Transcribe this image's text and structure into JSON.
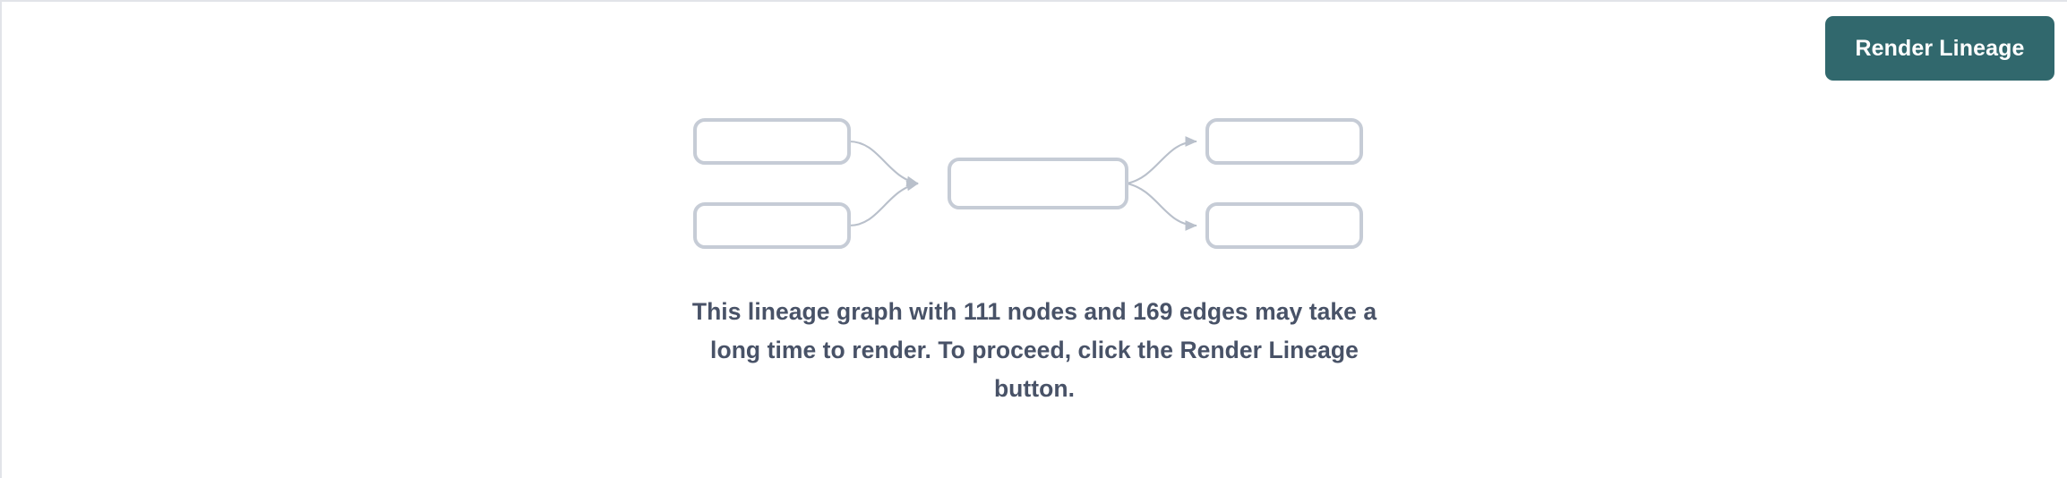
{
  "panel": {
    "background_color": "#ffffff",
    "border_color": "#e2e4e9"
  },
  "toolbar": {
    "render_button_label": "Render Lineage",
    "render_button_color": "#31686d",
    "render_button_text_color": "#ffffff"
  },
  "placeholder_graph": {
    "node_border_color": "#c6ccd6",
    "edge_color": "#b9c0cb",
    "nodes": [
      {
        "id": "upstream-1",
        "column": "left",
        "row": 1
      },
      {
        "id": "upstream-2",
        "column": "left",
        "row": 2
      },
      {
        "id": "focus",
        "column": "center",
        "row": 1
      },
      {
        "id": "downstream-1",
        "column": "right",
        "row": 1
      },
      {
        "id": "downstream-2",
        "column": "right",
        "row": 2
      }
    ],
    "edges": [
      {
        "from": "upstream-1",
        "to": "focus"
      },
      {
        "from": "upstream-2",
        "to": "focus"
      },
      {
        "from": "focus",
        "to": "downstream-1"
      },
      {
        "from": "focus",
        "to": "downstream-2"
      }
    ]
  },
  "message": {
    "node_count": "111",
    "edge_count": "169",
    "text": "This lineage graph with 111 nodes and 169 edges may take a long time to render. To proceed, click the Render Lineage button.",
    "text_color": "#485267"
  }
}
